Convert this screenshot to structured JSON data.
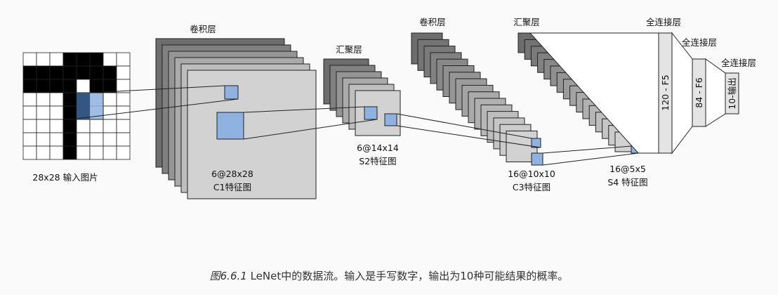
{
  "labels": {
    "input": "28x28 输入图片",
    "conv1_title": "卷积层",
    "c1_dims": "6@28x28",
    "c1_name": "C1特征图",
    "pool1_title": "汇聚层",
    "s2_dims": "6@14x14",
    "s2_name": "S2特征图",
    "conv2_title": "卷积层",
    "c3_dims": "16@10x10",
    "c3_name": "C3特征图",
    "pool2_title": "汇聚层",
    "s4_dims": "16@5x5",
    "s4_name": "S4 特征图",
    "fc1_title": "全连接层",
    "fc2_title": "全连接层",
    "fc3_title": "全连接层",
    "f5": "120 - F5",
    "f6": "84 - F6",
    "out": "10-输出"
  },
  "caption": {
    "number": "图6.6.1",
    "text": "LeNet中的数据流。输入是手写数字，输出为10种可能结果的概率。"
  },
  "colors": {
    "background": "#fafafa",
    "grid_black": "#000000",
    "highlight": "#8fb2e0",
    "highlight_dark": "#2a4a77",
    "plate_dark": "#6d6d6d",
    "plate_light": "#d2d2d2",
    "stroke": "#222222"
  }
}
